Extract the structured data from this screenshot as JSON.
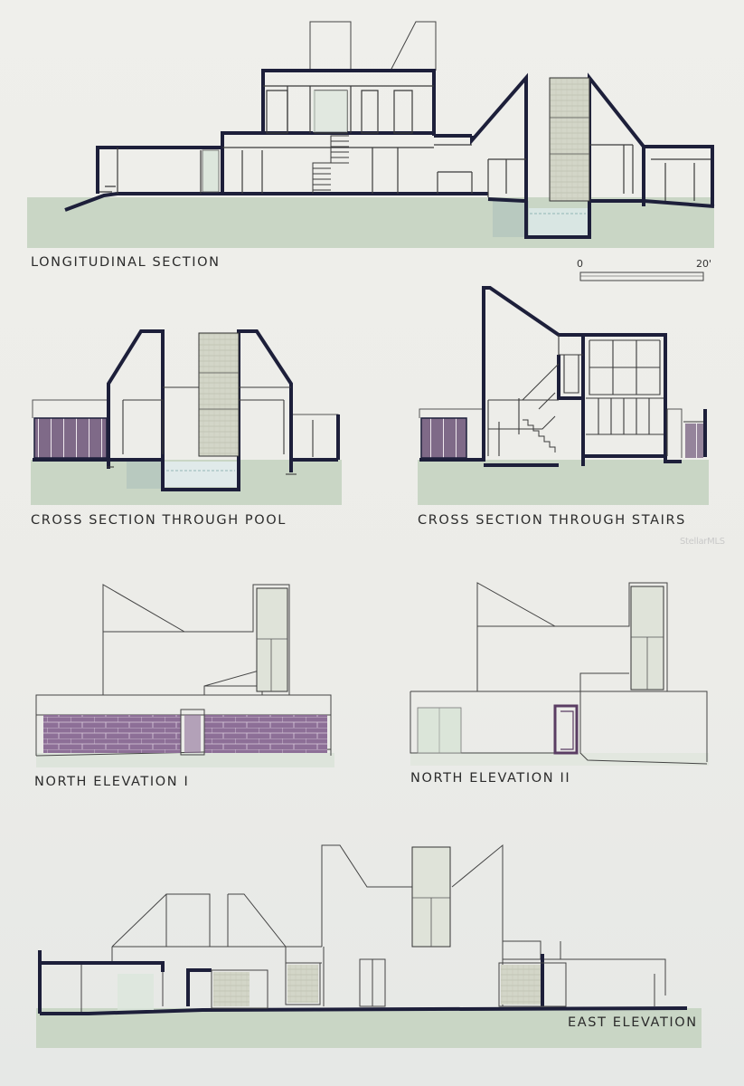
{
  "labels": {
    "longitudinal": "LONGITUDINAL SECTION",
    "cross_pool": "CROSS SECTION THROUGH POOL",
    "cross_stairs": "CROSS SECTION THROUGH STAIRS",
    "north_1": "NORTH ELEVATION I",
    "north_2": "NORTH ELEVATION II",
    "east": "EAST ELEVATION"
  },
  "scale_bar": {
    "start": "0",
    "end": "20'"
  },
  "watermark": "StellarMLS",
  "colors": {
    "ground": "#c9d6c5",
    "wall": "#1d1f3a",
    "thin_line": "#555555",
    "purple_panel": "#8c6f96",
    "screen_panel": "#cfd3c4",
    "glass": "#dce6dc"
  }
}
